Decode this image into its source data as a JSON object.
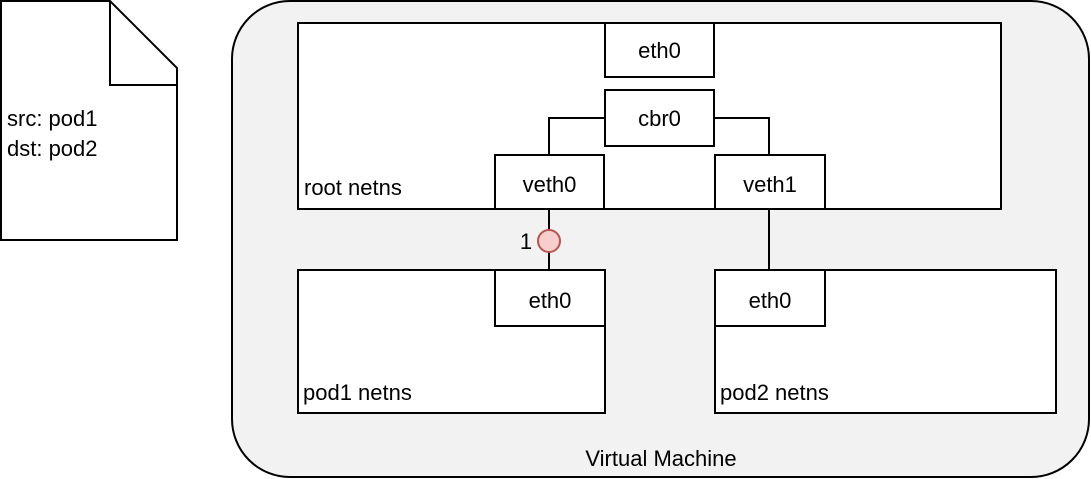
{
  "packet": {
    "src_line": "src: pod1",
    "dst_line": "dst: pod2"
  },
  "vm": {
    "label": "Virtual Machine"
  },
  "root_ns": {
    "label": "root netns",
    "eth0": "eth0",
    "bridge": "cbr0",
    "veth0": "veth0",
    "veth1": "veth1"
  },
  "pod1_ns": {
    "label": "pod1 netns",
    "eth0": "eth0"
  },
  "pod2_ns": {
    "label": "pod2 netns",
    "eth0": "eth0"
  },
  "step_marker": {
    "label": "1"
  },
  "colors": {
    "vm_fill": "#f2f2f2",
    "marker_fill": "#f8cecc",
    "marker_stroke": "#b85450"
  }
}
